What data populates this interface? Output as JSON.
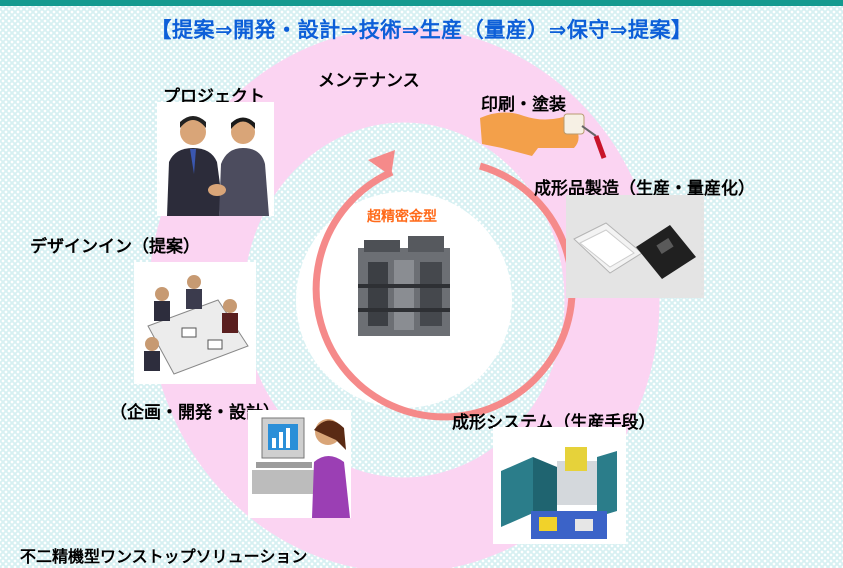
{
  "title": "【提案⇒開発・設計⇒技術⇒生産（量産）⇒保守⇒提案】",
  "center_label": "超精密金型",
  "labels": {
    "maintenance": "メンテナンス",
    "project": "プロジェクト",
    "printing": "印刷・塗装",
    "molded_products": "成形品製造（生産・量産化）",
    "design_in": "デザインイン（提案）",
    "planning": "（企画・開発・設計）",
    "molding_system": "成形システム（生産手段）",
    "footer": "不二精機型ワンストップソリューション"
  },
  "colors": {
    "title": "#0d5fd8",
    "center_label": "#ff6a1a",
    "ring": "#fbd4f2",
    "arrow": "#f58a8a",
    "background": "#d7f0f2",
    "top_bar": "#159a8f"
  }
}
